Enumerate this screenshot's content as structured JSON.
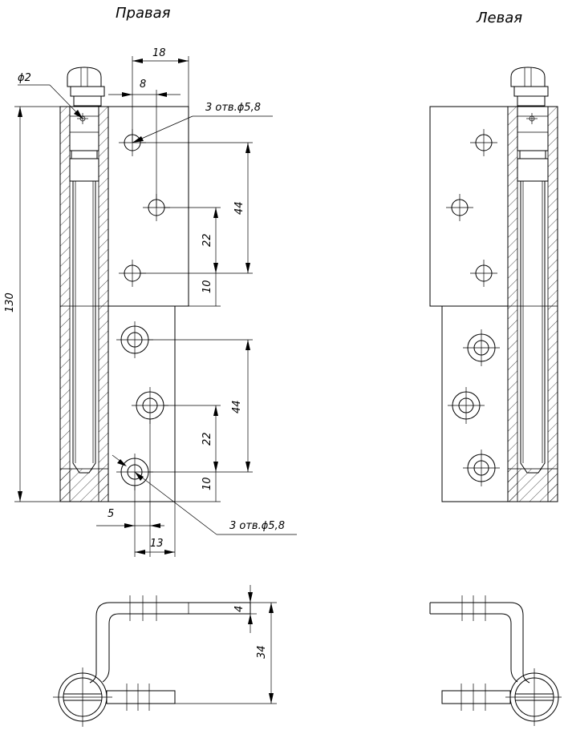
{
  "titles": {
    "right": "Правая",
    "left": "Левая"
  },
  "dimensions": {
    "d18": "18",
    "d8": "8",
    "phi2": "ϕ2",
    "holes_top": "3 отв.ϕ5,8",
    "d130": "130",
    "d44_top": "44",
    "d22_top": "22",
    "d10_top": "10",
    "d44_bot": "44",
    "d22_bot": "22",
    "d10_bot": "10",
    "holes_bot": "3 отв.ϕ5,8",
    "d5": "5",
    "d13": "13",
    "d4": "4",
    "d34": "34"
  }
}
